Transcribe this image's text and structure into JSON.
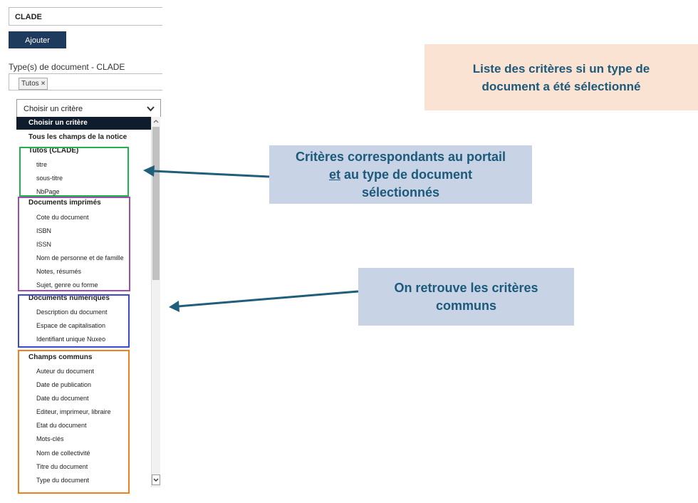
{
  "form": {
    "portal_value": "CLADE",
    "add_button": "Ajouter",
    "doc_type_label": "Type(s) de document - CLADE",
    "tag": "Tutos",
    "tag_remove": "×",
    "select_value": "Choisir un critère",
    "select_chevron": "⌄"
  },
  "dropdown": {
    "selected": "Choisir un critère",
    "all_fields": "Tous les champs de la notice",
    "groups": [
      {
        "label": "Tutos (CLADE)",
        "items": [
          "titre",
          "sous-titre",
          "NbPage"
        ]
      },
      {
        "label": "Documents imprimés",
        "items": [
          "Cote du document",
          "ISBN",
          "ISSN",
          "Nom de personne et de famille",
          "Notes, résumés",
          "Sujet, genre ou forme"
        ]
      },
      {
        "label": "Documents numériques",
        "items": [
          "Description du document",
          "Espace de capitalisation",
          "Identifiant unique Nuxeo"
        ]
      },
      {
        "label": "Champs communs",
        "items": [
          "Auteur du document",
          "Date de publication",
          "Date du document",
          "Editeur, imprimeur, libraire",
          "Etat du document",
          "Mots-clés",
          "Nom de collectivité",
          "Titre du document",
          "Type du document"
        ]
      }
    ]
  },
  "callouts": {
    "top_right": {
      "line1": "Liste des critères si un type de",
      "line2": "document a été sélectionné"
    },
    "middle": {
      "line1": "Critères correspondants au portail",
      "line2_underlined": "et",
      "line2_rest": " au type de document",
      "line3": "sélectionnés"
    },
    "bottom": {
      "line1": "On retrouve les critères",
      "line2": "communs"
    }
  },
  "colors": {
    "button_bg": "#1e3a5c",
    "frame_tutos": "#22b14c",
    "frame_imprimes": "#9b4fb0",
    "frame_numeriques": "#3f48cc",
    "frame_communs": "#f07f1e",
    "callout_peach": "#fbe3d3",
    "callout_blue": "#c9d3e6",
    "callout_text": "#1b5a7a",
    "arrow": "#1f5f7a"
  },
  "icons": {
    "scroll_up": "scroll-up-icon",
    "scroll_down": "scroll-down-icon",
    "close": "close-icon",
    "chevron": "chevron-down-icon"
  }
}
